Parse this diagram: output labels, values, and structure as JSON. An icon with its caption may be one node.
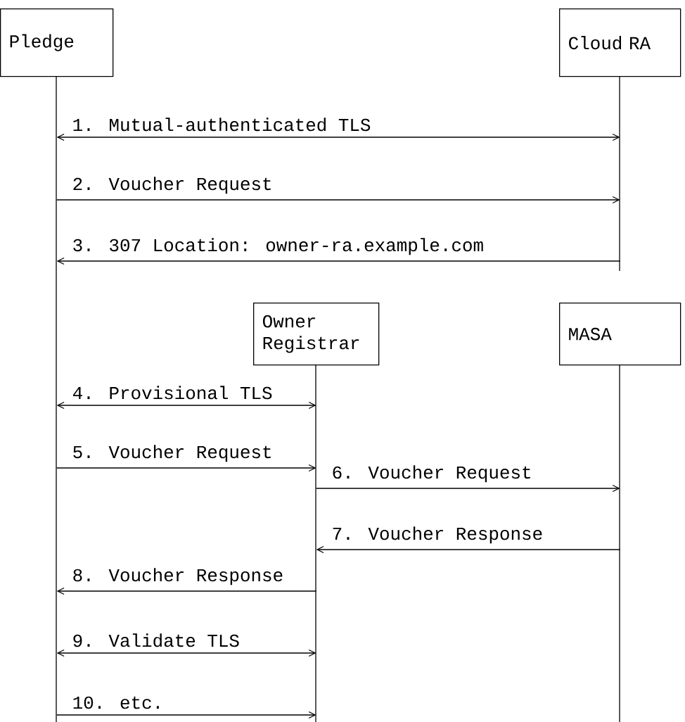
{
  "diagram": {
    "nodes": [
      {
        "text": [
          "Pledge"
        ]
      },
      {
        "text": [
          "Cloud RA"
        ]
      },
      {
        "text": [
          "Owner Registrar"
        ]
      },
      {
        "text": [
          "MASA"
        ]
      }
    ],
    "edges": [
      {
        "from": 0,
        "to": 1,
        "arrow": "both",
        "label": "1. Mutual-authenticated TLS"
      },
      {
        "from": 0,
        "to": 1,
        "arrow": "to",
        "label": "2. Voucher Request"
      },
      {
        "from": 1,
        "to": 0,
        "arrow": "to",
        "label": "3. 307 Location: owner-ra.example.com"
      },
      {
        "from": 0,
        "to": 2,
        "arrow": "both",
        "label": "4. Provisional TLS"
      },
      {
        "from": 0,
        "to": 2,
        "arrow": "to",
        "label": "5. Voucher Request"
      },
      {
        "from": 2,
        "to": 3,
        "arrow": "to",
        "label": "6. Voucher Request"
      },
      {
        "from": 3,
        "to": 2,
        "arrow": "to",
        "label": "7. Voucher Response"
      },
      {
        "from": 2,
        "to": 0,
        "arrow": "to",
        "label": "8. Voucher Response"
      },
      {
        "from": 0,
        "to": 2,
        "arrow": "both",
        "label": "9. Validate TLS"
      },
      {
        "from": 0,
        "to": 2,
        "arrow": "to",
        "label": "10. etc."
      }
    ]
  }
}
